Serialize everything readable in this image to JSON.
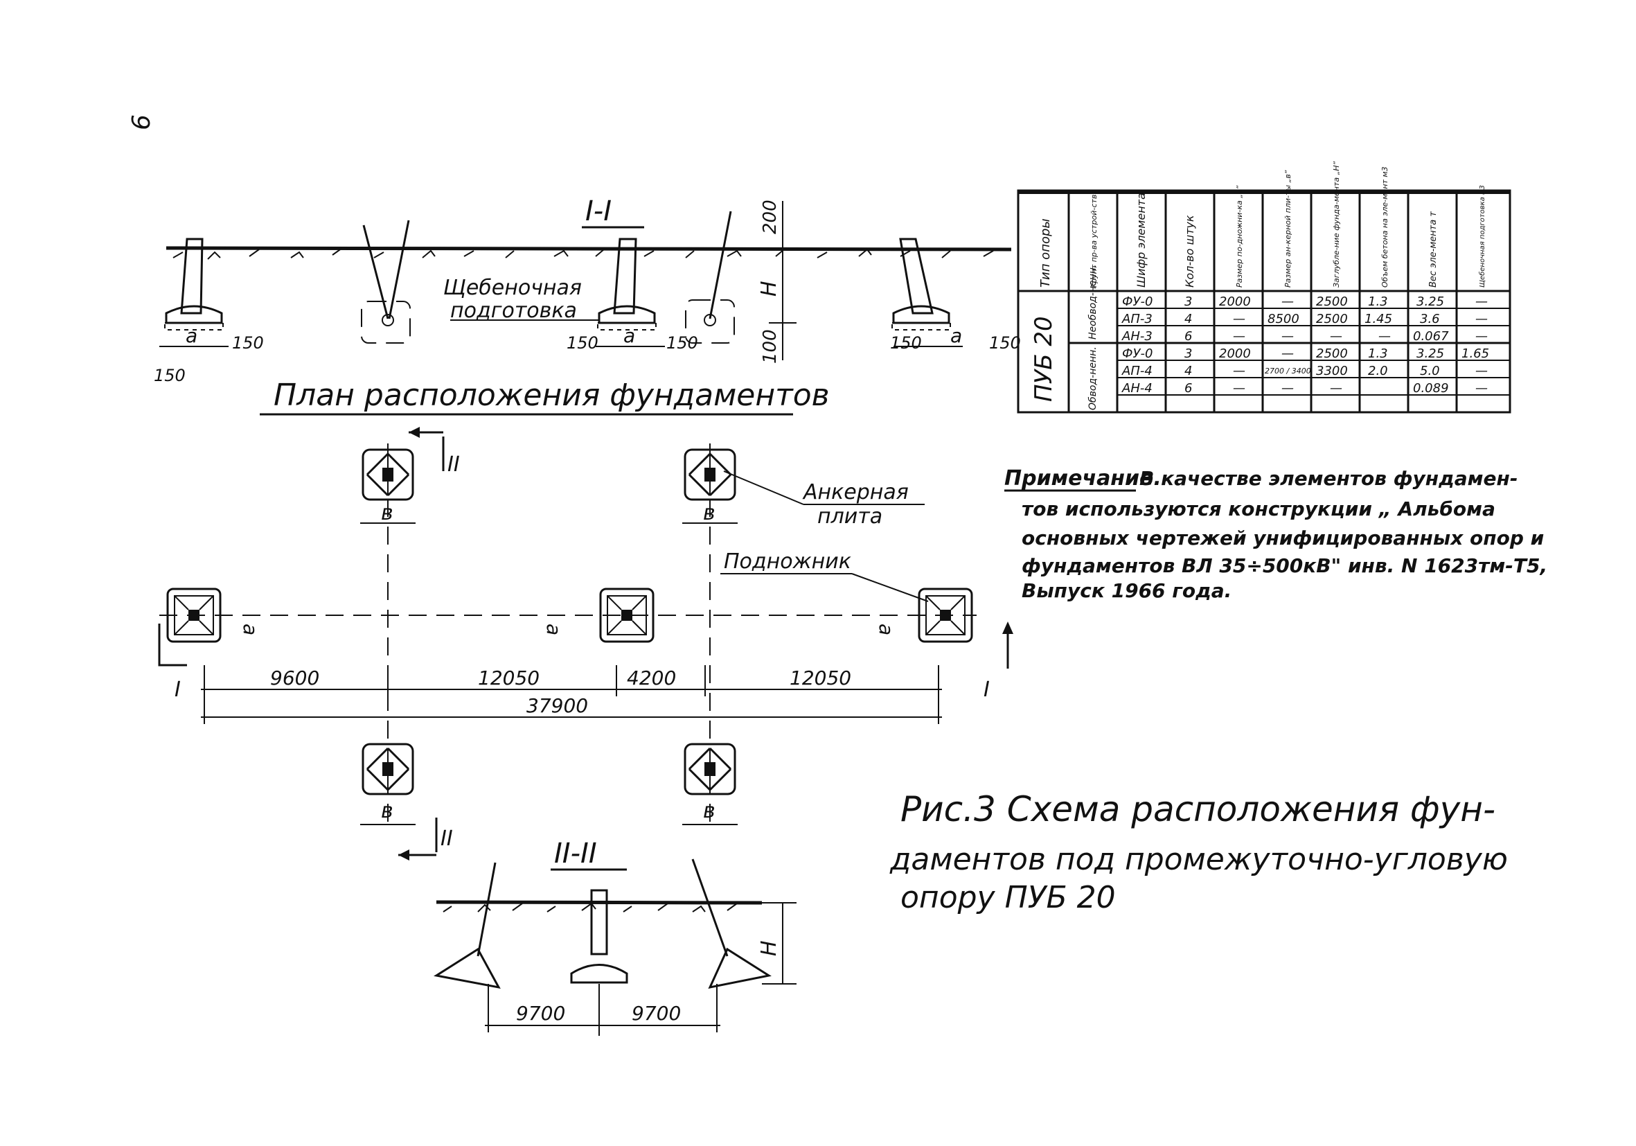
{
  "page_number": "9",
  "section_1": {
    "label": "I-I",
    "label_200": "200",
    "label_H": "H",
    "label_100": "100",
    "label_a": "a",
    "label_150": "150",
    "gravel_note_line1": "Щебеночная",
    "gravel_note_line2": "подготовка"
  },
  "plan": {
    "title": "План расположения фундаментов",
    "anchor_plate_line1": "Анкерная",
    "anchor_plate_line2": "плита",
    "footing": "Подножник",
    "label_a": "a",
    "label_b": "в",
    "mark_I": "I",
    "mark_II": "II",
    "dims": [
      "9600",
      "12050",
      "4200",
      "12050"
    ],
    "total": "37900"
  },
  "section_2": {
    "label": "II-II",
    "label_H": "H",
    "dims": [
      "9700",
      "9700"
    ]
  },
  "table": {
    "headers": [
      "Тип опоры",
      "Грунт пр-ва устрой-ства",
      "Шифр элемента",
      "Кол-во штук",
      "Размер по-дножни-ка „а“",
      "Размер ан-керной пли-ты „в“",
      "Заглубле-ние фунда-мента „H“",
      "Объем бетона на эле-мент м3",
      "Вес эле-мента т",
      "Щебеночная подготовка м3"
    ],
    "support_type": "ПУБ 20",
    "ground_1": "Необвод-ненн.",
    "ground_2": "Обвод-ненн.",
    "rows": [
      [
        "ФУ-0",
        "3",
        "2000",
        "—",
        "2500",
        "1.3",
        "3.25",
        "—"
      ],
      [
        "АП-3",
        "4",
        "—",
        "8500",
        "2500",
        "1.45",
        "3.6",
        "—"
      ],
      [
        "АН-3",
        "6",
        "—",
        "—",
        "—",
        "—",
        "0.067",
        "—"
      ],
      [
        "ФУ-0",
        "3",
        "2000",
        "—",
        "2500",
        "1.3",
        "3.25",
        "1.65"
      ],
      [
        "АП-4",
        "4",
        "—",
        "2700 / 3400",
        "3300",
        "2.0",
        "5.0",
        "—"
      ],
      [
        "АН-4",
        "6",
        "—",
        "—",
        "—",
        "",
        "0.089",
        "—"
      ]
    ]
  },
  "note": {
    "title": "Примечание.",
    "lines": [
      "В качестве элементов фундамен-",
      "тов используются конструкции „ Альбома",
      "основных чертежей унифицированных опор и",
      "фундаментов ВЛ 35÷500кВ\" инв. N 1623тм-Т5,",
      "Выпуск 1966 года."
    ]
  },
  "caption": {
    "lines": [
      "Рис.3 Схема расположения фун-",
      "даментов под промежуточно-угловую",
      "опору ПУБ 20"
    ]
  }
}
